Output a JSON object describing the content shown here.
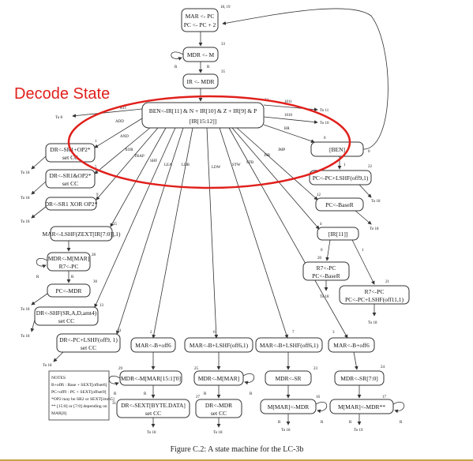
{
  "decode_label": "Decode State",
  "caption": "Figure C.2: A state machine for the LC-3b",
  "highlight_color": "#e0201c",
  "states": {
    "fetch1_l1": "MAR <- PC",
    "fetch1_l2": "PC <- PC + 2",
    "fetch1_num": "18, 19",
    "fetch2": "MDR <- M",
    "fetch2_num": "33",
    "fetch3": "IR <- MDR",
    "fetch3_num": "35",
    "decode_l1": "BEN<-IR[11] & N + IR[10] & Z + IR[9] & P",
    "decode_l2": "[IR[15:12]]",
    "decode_num": "32",
    "ben": "[BEN]",
    "ben_num": "0",
    "add_l1": "DR<-SR1+OP2*",
    "add_l2": "set CC",
    "add_num": "1",
    "and_l1": "DR<-SR1&OP2*",
    "and_l2": "set CC",
    "and_num": "5",
    "xor_l1": "DR<-SR1 XOR OP2*",
    "xor_num": "9",
    "trap1": "MAR<-LSHF(ZEXT[IR[7:0]],1)",
    "trap1_num": "15",
    "trap2_l1": "MDR<-M[MAR]",
    "trap2_l2": "R7<-PC",
    "trap2_num": "28",
    "trap3": "PC<-MDR",
    "trap3_num": "30",
    "shf_l1": "DR<-SHF(SR,A,D,amt4)",
    "shf_l2": "set CC",
    "shf_num": "13",
    "lea_l1": "DR<-PC+LSHF(off9, 1)",
    "lea_l2": "set CC",
    "lea_num": "14",
    "ldb1": "MAR<-B+off6",
    "ldb1_num": "2",
    "ldw1": "MAR<-B+LSHF(off6,1)",
    "ldw1_num": "6",
    "stw1": "MAR<-B+LSHF(off6,1)",
    "stw1_num": "7",
    "stb1": "MAR<-B+off6",
    "stb1_num": "3",
    "ldb2": "MDR<-M[MAR[15:1]'0]",
    "ldb2_num": "29",
    "ldw2": "MDR<-M[MAR]",
    "ldw2_num": "25",
    "stw2": "MDR<-SR",
    "stw2_num": "23",
    "stb2": "MDR<-SR[7:0]",
    "stb2_num": "24",
    "ldb3_l1": "DR<-SEXT[BYTE.DATA]",
    "ldb3_l2": "set CC",
    "ldb3_num": "31",
    "ldw3_l1": "DR<-MDR",
    "ldw3_l2": "set CC",
    "ldw3_num": "27",
    "stw3": "M[MAR]<-MDR",
    "stw3_num": "16",
    "stb3": "M[MAR]<-MDR**",
    "stb3_num": "17",
    "br": "PC<-PC+LSHF(off9,1)",
    "br_num": "22",
    "jmp": "PC<-BaseR",
    "jmp_num": "12",
    "jsr1": "[IR[11]]",
    "jsr1_num": "4",
    "jsr_r_l1": "R7<-PC",
    "jsr_r_l2": "PC<-BaseR",
    "jsr_r_num": "20",
    "jsr_l_l1": "R7<-PC",
    "jsr_l_l2": "PC<-PC+LSHF(off11,1)",
    "jsr_l_num": "21"
  },
  "edge_labels": {
    "rti": "RTI",
    "add": "ADD",
    "and": "AND",
    "xor": "XOR",
    "trap": "TRAP",
    "shf": "SHF",
    "lea": "LEA",
    "ldb": "LDB",
    "ldw": "LDW",
    "stw": "STW",
    "stb": "STB",
    "jsr": "JSR",
    "jmp": "JMP",
    "br": "BR",
    "op1": "1011",
    "op2": "1010",
    "r": "R",
    "zero": "0",
    "one": "1",
    "to8": "To 8",
    "to11": "To 11",
    "to10": "To 10",
    "to18": "To 18",
    "to19": "To 19"
  },
  "notes": [
    "NOTES",
    "B+off6 : Base + SEXT[offset6]",
    "PC+off9 : PC + SEXT[offset9]",
    "*OP2 may be SR2 or SEXT[imm5]",
    "** [15:8] or [7:0] depending on",
    "    MAR[0]"
  ]
}
